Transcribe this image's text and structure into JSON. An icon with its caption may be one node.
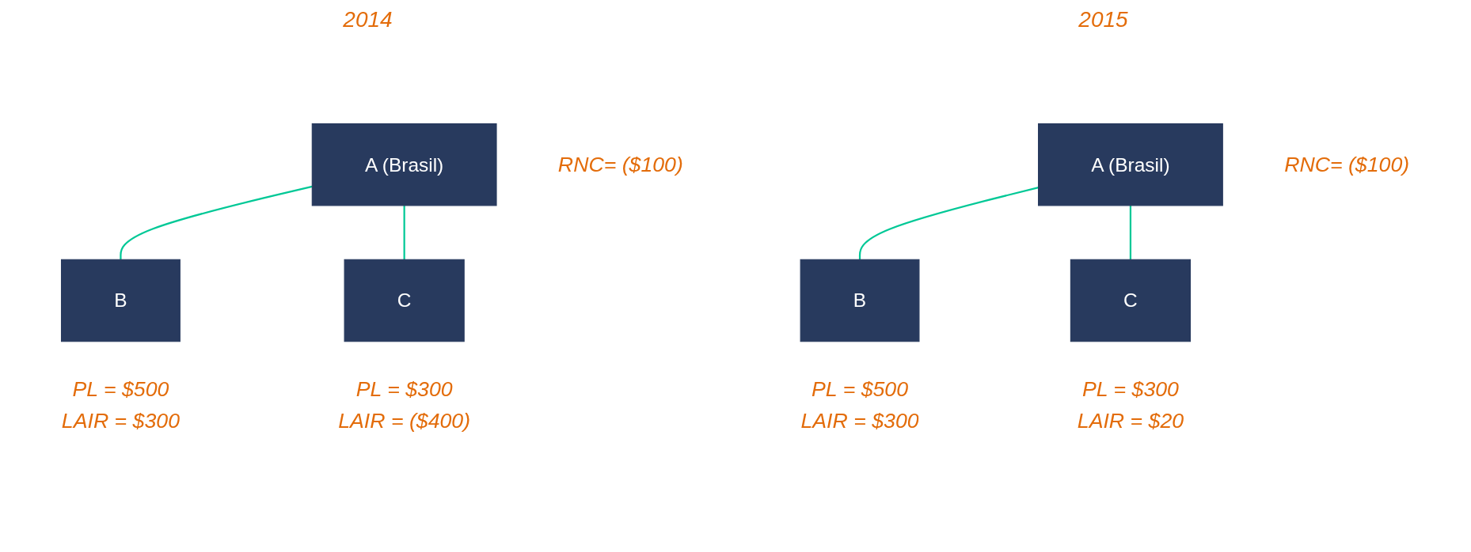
{
  "diagram": {
    "nodes": [
      {
        "text": [
          "A (Brasil)"
        ],
        "beside": [
          "RNC= ($100)"
        ]
      },
      {
        "text": [
          "B"
        ],
        "beside": [
          "PL = $500",
          "LAIR = $300"
        ]
      },
      {
        "text": [
          "C"
        ],
        "beside": [
          "PL = $300",
          "LAIR = ($400)"
        ]
      },
      {
        "text": [
          "A (Brasil)"
        ],
        "beside": [
          "RNC= ($100)"
        ]
      },
      {
        "text": [
          "B"
        ],
        "beside": [
          "PL = $500",
          "LAIR = $300"
        ]
      },
      {
        "text": [
          "C"
        ],
        "beside": [
          "PL = $300",
          "LAIR = $20"
        ]
      }
    ],
    "edges": [
      {
        "from": 0,
        "to": 1,
        "arrow": "none"
      },
      {
        "from": 0,
        "to": 2,
        "arrow": "none"
      },
      {
        "from": 3,
        "to": 4,
        "arrow": "none"
      },
      {
        "from": 3,
        "to": 5,
        "arrow": "none"
      }
    ],
    "labels": [
      "2014",
      "2015"
    ]
  }
}
